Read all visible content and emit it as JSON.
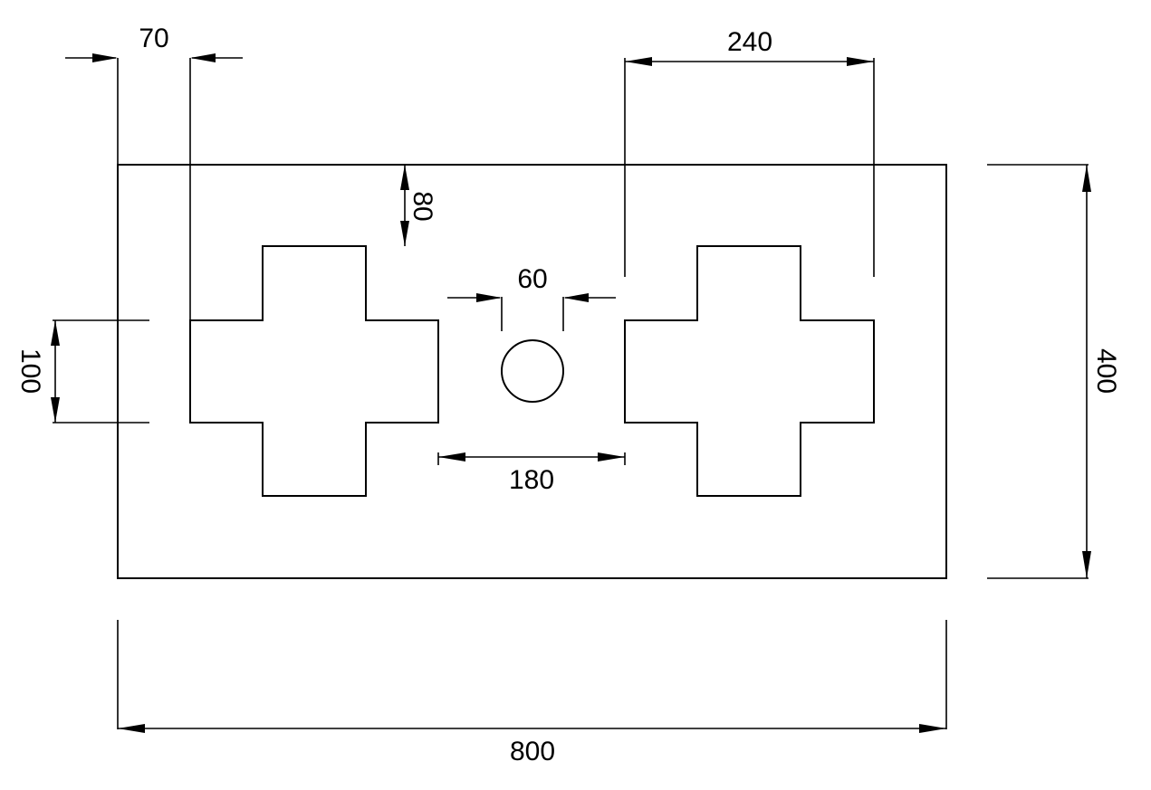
{
  "dimensions": {
    "width_total": "800",
    "height_total": "400",
    "left_offset": "70",
    "top_offset": "80",
    "cross_arm": "100",
    "hole_diameter": "60",
    "cross_gap": "180",
    "cross_width": "240"
  }
}
